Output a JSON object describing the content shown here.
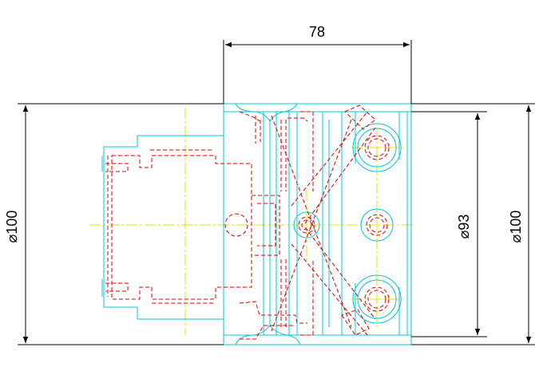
{
  "drawing": {
    "dimensions": {
      "top_width": "78",
      "left_diameter": "⌀100",
      "right_inner_diameter": "⌀93",
      "right_outer_diameter": "⌀100"
    }
  },
  "colors": {
    "outline": "#00c8d8",
    "hidden": "#e00000",
    "centerline": "#e8e000",
    "dimension": "#000000",
    "background": "#ffffff"
  }
}
